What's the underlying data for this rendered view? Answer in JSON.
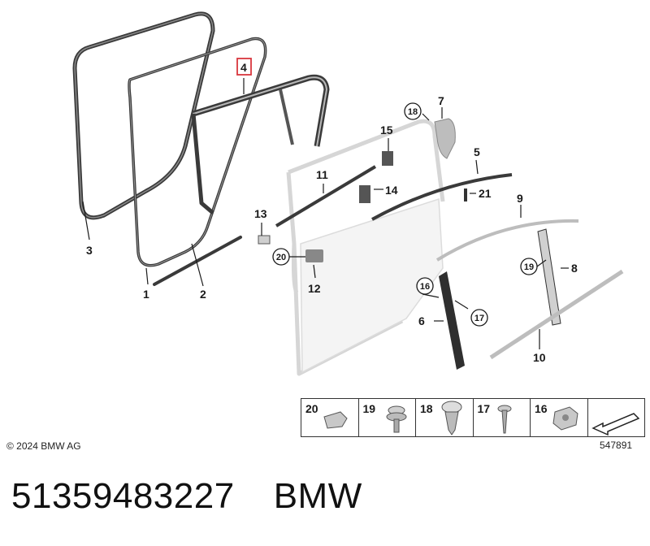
{
  "callouts": {
    "c1": "1",
    "c2": "2",
    "c3": "3",
    "c4": "4",
    "c5": "5",
    "c6": "6",
    "c7": "7",
    "c8": "8",
    "c9": "9",
    "c10": "10",
    "c11": "11",
    "c12": "12",
    "c13": "13",
    "c14": "14",
    "c15": "15",
    "c16": "16",
    "c17": "17",
    "c18": "18",
    "c19": "19",
    "c20": "20",
    "c21": "21"
  },
  "legend": {
    "items": [
      {
        "number": "20",
        "icon": "clip-icon"
      },
      {
        "number": "19",
        "icon": "screw-icon"
      },
      {
        "number": "18",
        "icon": "expanding-rivet-icon"
      },
      {
        "number": "17",
        "icon": "self-tapping-screw-icon"
      },
      {
        "number": "16",
        "icon": "clip-nut-icon"
      }
    ],
    "last_icon": "arrow-icon"
  },
  "copyright": "© 2024 BMW AG",
  "diagram_id": "547891",
  "part_number": "51359483227",
  "brand": "BMW",
  "colors": {
    "highlight": "#d9363e",
    "seal": "#3a3a3a",
    "door_outline": "#d4d4d4"
  }
}
